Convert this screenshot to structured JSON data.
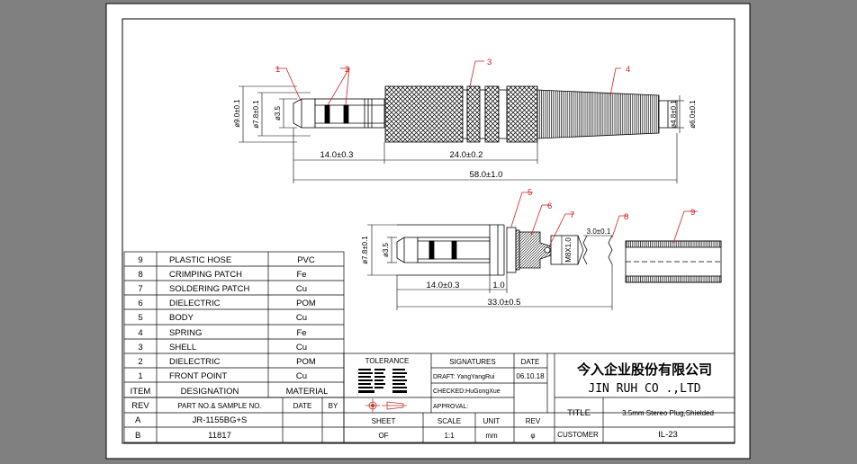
{
  "colors": {
    "background": "#808080",
    "paper": "#ffffff",
    "callout": "#d42020",
    "line": "#000000"
  },
  "callouts_top": [
    "1",
    "2",
    "3",
    "4"
  ],
  "callouts_side": [
    "5",
    "6",
    "7",
    "8",
    "9"
  ],
  "dims_top": {
    "d_outer": "ø9.0±0.1",
    "d_inner": "ø7.8±0.1",
    "d_tip": "ø3.5",
    "d_end1": "ø4.8±0.1",
    "d_end2": "ø6.0±0.1",
    "len_plug": "14.0±0.3",
    "len_shell": "24.0±0.2",
    "len_total": "58.0±1.0"
  },
  "dims_side": {
    "d_inner": "ø7.8±0.1",
    "d_tip": "ø3.5",
    "thread": "M8X1.0",
    "hose": "3.0±0.1",
    "len_plug": "14.0±0.3",
    "len_gap": "1.0",
    "len_total": "33.0±0.5"
  },
  "bom": {
    "rows": [
      {
        "item": "9",
        "designation": "PLASTIC HOSE",
        "material": "PVC"
      },
      {
        "item": "8",
        "designation": "CRIMPING PATCH",
        "material": "Fe"
      },
      {
        "item": "7",
        "designation": "SOLDERING PATCH",
        "material": "Cu"
      },
      {
        "item": "6",
        "designation": "DIELECTRIC",
        "material": "POM"
      },
      {
        "item": "5",
        "designation": "BODY",
        "material": "Cu"
      },
      {
        "item": "4",
        "designation": "SPRING",
        "material": "Fe"
      },
      {
        "item": "3",
        "designation": "SHELL",
        "material": "Cu"
      },
      {
        "item": "2",
        "designation": "DIELECTRIC",
        "material": "POM"
      },
      {
        "item": "1",
        "designation": "FRONT POINT",
        "material": "Cu"
      }
    ],
    "header": {
      "item": "ITEM",
      "designation": "DESIGNATION",
      "material": "MATERIAL"
    }
  },
  "revision": {
    "header": {
      "rev": "REV",
      "part": "PART NO.& SAMPLE NO.",
      "date": "DATE",
      "by": "BY"
    },
    "rows": [
      {
        "rev": "A",
        "part": "JR-1155BG+S"
      },
      {
        "rev": "B",
        "part": "11817"
      }
    ]
  },
  "titleblock": {
    "tolerance_label": "TOLERANCE",
    "signatures_label": "SIGNATURES",
    "date_label": "DATE",
    "draft": "DRAFT: YangYangRui",
    "checked": "CHECKED:HuGongXue",
    "approval": "APPROVAL:",
    "date": "06.10.18",
    "company_cn": "今入企业股份有限公司",
    "company_en": "JIN  RUH  CO .,LTD",
    "sheet_label": "SHEET",
    "sheet_value": "OF",
    "scale_label": "SCALE",
    "scale_value": "1:1",
    "unit_label": "UNIT",
    "unit_value": "mm",
    "rev_label": "REV",
    "rev_value": "φ",
    "title_label": "TITLE",
    "title_value": "3.5mm  Stereo  Plug,Shielded",
    "customer_label": "CUSTOMER",
    "customer_value": "IL-23"
  }
}
